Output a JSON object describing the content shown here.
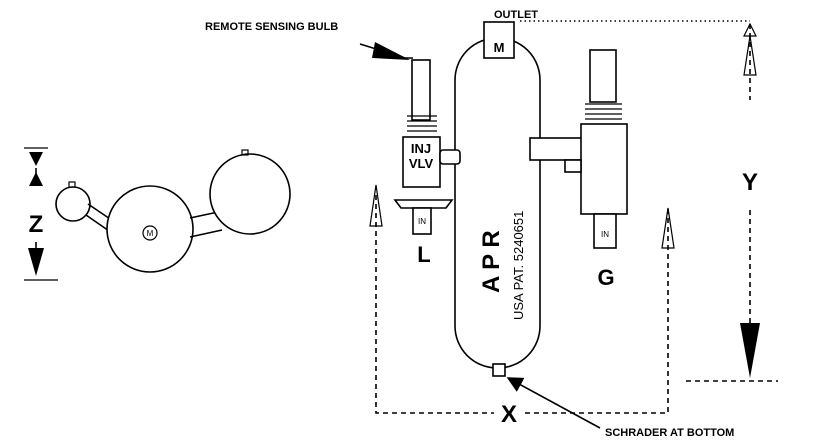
{
  "labels": {
    "outlet": "OUTLET",
    "remote_sensing_bulb": "REMOTE SENSING BULB",
    "schrader": "SCHRADER AT BOTTOM",
    "inj": "INJ",
    "vlv": "VLV",
    "apr": "A P R",
    "patent": "USA PAT. 5240651",
    "m_top": "M",
    "m_top_view": "M",
    "in_left": "IN",
    "in_right": "IN",
    "l": "L",
    "g": "G",
    "x": "X",
    "y": "Y",
    "z": "Z"
  }
}
